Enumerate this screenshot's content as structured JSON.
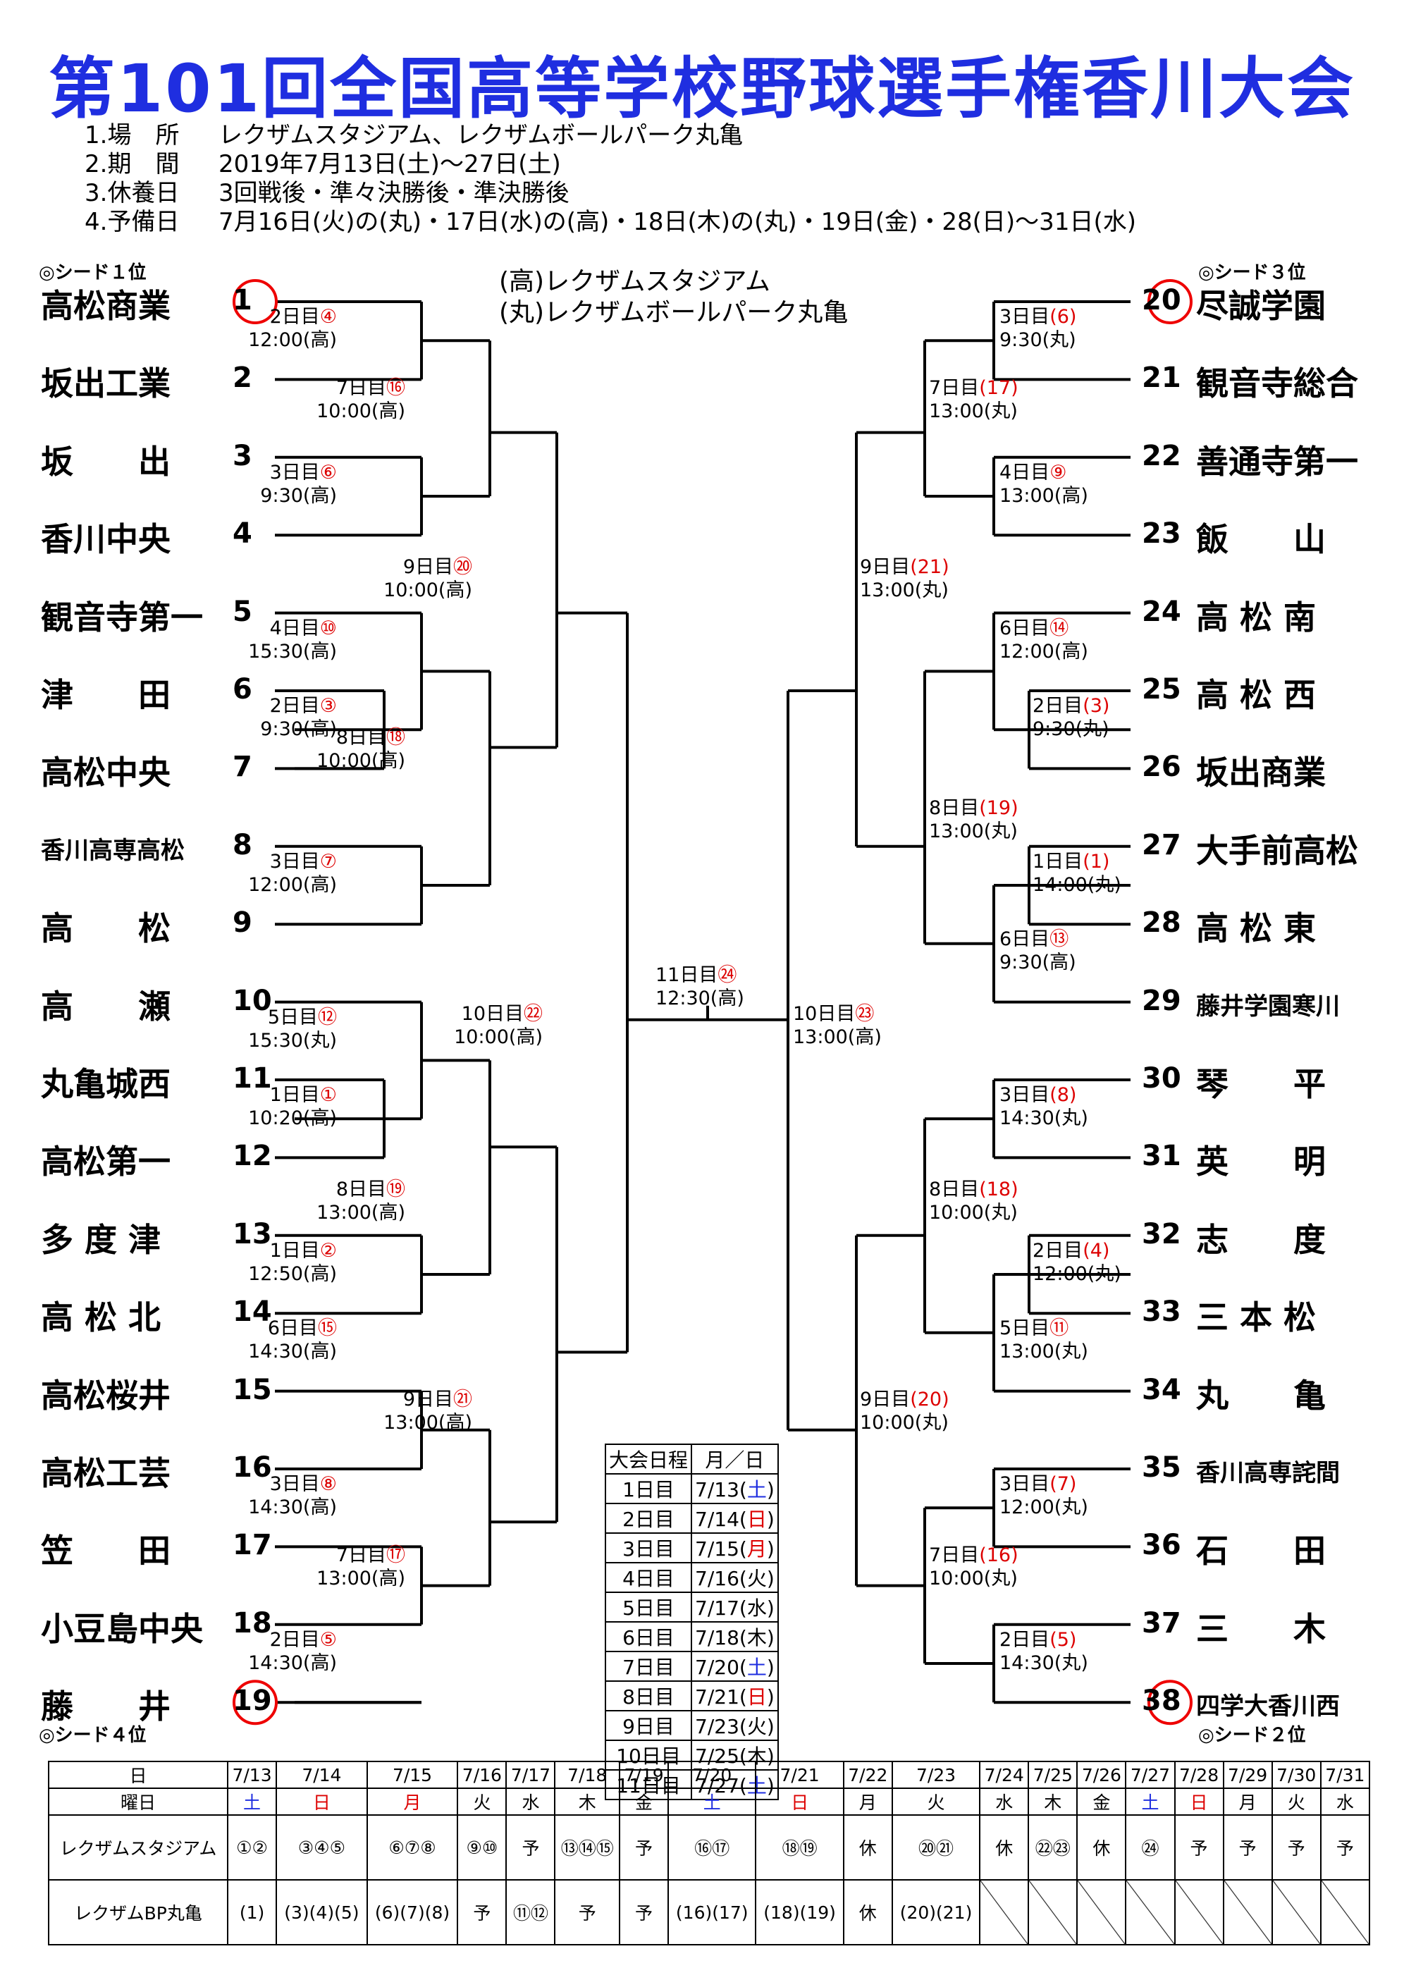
{
  "title": "第101回全国高等学校野球選手権香川大会",
  "info": [
    {
      "key": "1.場　所",
      "value": "レクザムスタジアム、レクザムボールパーク丸亀"
    },
    {
      "key": "2.期　間",
      "value": "2019年7月13日(土)～27日(土)"
    },
    {
      "key": "3.休養日",
      "value": "3回戦後・準々決勝後・準決勝後"
    },
    {
      "key": "4.予備日",
      "value": "7月16日(火)の(丸)・17日(水)の(高)・18日(木)の(丸)・19日(金)・28(日)～31日(水)"
    }
  ],
  "venue_legend": [
    "(高)レクザムスタジアム",
    "(丸)レクザムボールパーク丸亀"
  ],
  "seeds": {
    "left_top": "◎シード１位",
    "left_bottom": "◎シード４位",
    "right_top": "◎シード３位",
    "right_bottom": "◎シード２位"
  },
  "left_teams": [
    {
      "num": "1",
      "name": "高松商業",
      "seed": true
    },
    {
      "num": "2",
      "name": "坂出工業"
    },
    {
      "num": "3",
      "name": "坂　　出"
    },
    {
      "num": "4",
      "name": "香川中央"
    },
    {
      "num": "5",
      "name": "観音寺第一"
    },
    {
      "num": "6",
      "name": "津　　田"
    },
    {
      "num": "7",
      "name": "高松中央"
    },
    {
      "num": "8",
      "name": "香川高専高松"
    },
    {
      "num": "9",
      "name": "高　　松"
    },
    {
      "num": "10",
      "name": "高　　瀬"
    },
    {
      "num": "11",
      "name": "丸亀城西"
    },
    {
      "num": "12",
      "name": "高松第一"
    },
    {
      "num": "13",
      "name": "多 度 津"
    },
    {
      "num": "14",
      "name": "高 松 北"
    },
    {
      "num": "15",
      "name": "高松桜井"
    },
    {
      "num": "16",
      "name": "高松工芸"
    },
    {
      "num": "17",
      "name": "笠　　田"
    },
    {
      "num": "18",
      "name": "小豆島中央"
    },
    {
      "num": "19",
      "name": "藤　　井",
      "seed": true
    }
  ],
  "right_teams": [
    {
      "num": "20",
      "name": "尽誠学園",
      "seed": true
    },
    {
      "num": "21",
      "name": "観音寺総合"
    },
    {
      "num": "22",
      "name": "善通寺第一"
    },
    {
      "num": "23",
      "name": "飯　　山"
    },
    {
      "num": "24",
      "name": "高 松 南"
    },
    {
      "num": "25",
      "name": "高 松 西"
    },
    {
      "num": "26",
      "name": "坂出商業"
    },
    {
      "num": "27",
      "name": "大手前高松"
    },
    {
      "num": "28",
      "name": "高 松 東"
    },
    {
      "num": "29",
      "name": "藤井学園寒川"
    },
    {
      "num": "30",
      "name": "琴　　平"
    },
    {
      "num": "31",
      "name": "英　　明"
    },
    {
      "num": "32",
      "name": "志　　度"
    },
    {
      "num": "33",
      "name": "三 本 松"
    },
    {
      "num": "34",
      "name": "丸　　亀"
    },
    {
      "num": "35",
      "name": "香川高専詫間"
    },
    {
      "num": "36",
      "name": "石　　田"
    },
    {
      "num": "37",
      "name": "三　　木"
    },
    {
      "num": "38",
      "name": "四学大香川西",
      "seed": true
    }
  ],
  "match_labels": [
    {
      "day": "2日目",
      "game": "④",
      "time": "12:00(高)"
    },
    {
      "day": "3日目",
      "game": "⑥",
      "time": "9:30(高)"
    },
    {
      "day": "7日目",
      "game": "⑯",
      "time": "10:00(高)"
    },
    {
      "day": "2日目",
      "game": "③",
      "time": "9:30(高)"
    },
    {
      "day": "4日目",
      "game": "⑩",
      "time": "15:30(高)"
    },
    {
      "day": "3日目",
      "game": "⑦",
      "time": "12:00(高)"
    },
    {
      "day": "8日目",
      "game": "⑱",
      "time": "10:00(高)"
    },
    {
      "day": "9日目",
      "game": "⑳",
      "time": "10:00(高)"
    },
    {
      "day": "1日目",
      "game": "①",
      "time": "10:20(高)"
    },
    {
      "day": "5日目",
      "game": "⑫",
      "time": "15:30(丸)"
    },
    {
      "day": "1日目",
      "game": "②",
      "time": "12:50(高)"
    },
    {
      "day": "6日目",
      "game": "⑮",
      "time": "14:30(高)"
    },
    {
      "day": "8日目",
      "game": "⑲",
      "time": "13:00(高)"
    },
    {
      "day": "3日目",
      "game": "⑧",
      "time": "14:30(高)"
    },
    {
      "day": "2日目",
      "game": "⑤",
      "time": "14:30(高)"
    },
    {
      "day": "7日目",
      "game": "⑰",
      "time": "13:00(高)"
    },
    {
      "day": "9日目",
      "game": "㉑",
      "time": "13:00(高)"
    },
    {
      "day": "10日目",
      "game": "㉒",
      "time": "10:00(高)"
    },
    {
      "day": "11日目",
      "game": "㉔",
      "time": "12:30(高)"
    },
    {
      "day": "10日目",
      "game": "㉓",
      "time": "13:00(高)"
    },
    {
      "day": "3日目",
      "game": "(6)",
      "time": "9:30(丸)"
    },
    {
      "day": "4日目",
      "game": "⑨",
      "time": "13:00(高)"
    },
    {
      "day": "7日目",
      "game": "(17)",
      "time": "13:00(丸)"
    },
    {
      "day": "2日目",
      "game": "(3)",
      "time": "9:30(丸)"
    },
    {
      "day": "6日目",
      "game": "⑭",
      "time": "12:00(高)"
    },
    {
      "day": "1日目",
      "game": "(1)",
      "time": "14:00(丸)"
    },
    {
      "day": "6日目",
      "game": "⑬",
      "time": "9:30(高)"
    },
    {
      "day": "8日目",
      "game": "(19)",
      "time": "13:00(丸)"
    },
    {
      "day": "9日目",
      "game": "(21)",
      "time": "13:00(丸)"
    },
    {
      "day": "3日目",
      "game": "(8)",
      "time": "14:30(丸)"
    },
    {
      "day": "2日目",
      "game": "(4)",
      "time": "12:00(丸)"
    },
    {
      "day": "5日目",
      "game": "⑪",
      "time": "13:00(丸)"
    },
    {
      "day": "8日目",
      "game": "(18)",
      "time": "10:00(丸)"
    },
    {
      "day": "3日目",
      "game": "(7)",
      "time": "12:00(丸)"
    },
    {
      "day": "2日目",
      "game": "(5)",
      "time": "14:30(丸)"
    },
    {
      "day": "7日目",
      "game": "(16)",
      "time": "10:00(丸)"
    },
    {
      "day": "9日目",
      "game": "(20)",
      "time": "10:00(丸)"
    }
  ],
  "schedule_table": {
    "headers": [
      "大会日程",
      "月／日"
    ],
    "rows": [
      {
        "day": "1日目",
        "date": "7/13",
        "dow": "土",
        "color": "blue"
      },
      {
        "day": "2日目",
        "date": "7/14",
        "dow": "日",
        "color": "red"
      },
      {
        "day": "3日目",
        "date": "7/15",
        "dow": "月",
        "color": "red"
      },
      {
        "day": "4日目",
        "date": "7/16",
        "dow": "火",
        "color": ""
      },
      {
        "day": "5日目",
        "date": "7/17",
        "dow": "水",
        "color": ""
      },
      {
        "day": "6日目",
        "date": "7/18",
        "dow": "木",
        "color": ""
      },
      {
        "day": "7日目",
        "date": "7/20",
        "dow": "土",
        "color": "blue"
      },
      {
        "day": "8日目",
        "date": "7/21",
        "dow": "日",
        "color": "red"
      },
      {
        "day": "9日目",
        "date": "7/23",
        "dow": "火",
        "color": ""
      },
      {
        "day": "10日目",
        "date": "7/25",
        "dow": "木",
        "color": ""
      },
      {
        "day": "11日目",
        "date": "7/27",
        "dow": "土",
        "color": "blue"
      }
    ]
  },
  "calendar": {
    "row_labels": [
      "日",
      "曜日",
      "レクザムスタジアム",
      "レクザムBP丸亀"
    ],
    "dates": [
      "7/13",
      "7/14",
      "7/15",
      "7/16",
      "7/17",
      "7/18",
      "7/19",
      "7/20",
      "7/21",
      "7/22",
      "7/23",
      "7/24",
      "7/25",
      "7/26",
      "7/27",
      "7/28",
      "7/29",
      "7/30",
      "7/31"
    ],
    "weekdays": [
      "土",
      "日",
      "月",
      "火",
      "水",
      "木",
      "金",
      "土",
      "日",
      "月",
      "火",
      "水",
      "木",
      "金",
      "土",
      "日",
      "月",
      "火",
      "水"
    ],
    "weekday_colors": [
      "blue",
      "red",
      "red",
      "",
      "",
      "",
      "",
      "blue",
      "red",
      "",
      "",
      "",
      "",
      "",
      "blue",
      "red",
      "",
      "",
      ""
    ],
    "stadium": [
      "①②",
      "③④⑤",
      "⑥⑦⑧",
      "⑨⑩",
      "予",
      "⑬⑭⑮",
      "予",
      "⑯⑰",
      "⑱⑲",
      "休",
      "⑳㉑",
      "休",
      "㉒㉓",
      "休",
      "㉔",
      "予",
      "予",
      "予",
      "予"
    ],
    "marugame": [
      "(1)",
      "(3)(4)(5)",
      "(6)(7)(8)",
      "予",
      "⑪⑫",
      "予",
      "予",
      "(16)(17)",
      "(18)(19)",
      "休",
      "(20)(21)",
      "",
      "",
      "",
      "",
      "",
      "",
      "",
      ""
    ]
  },
  "colors": {
    "title": "#1f2ee0",
    "accent_red": "#dd0000",
    "sat_blue": "#1f2ee0"
  }
}
